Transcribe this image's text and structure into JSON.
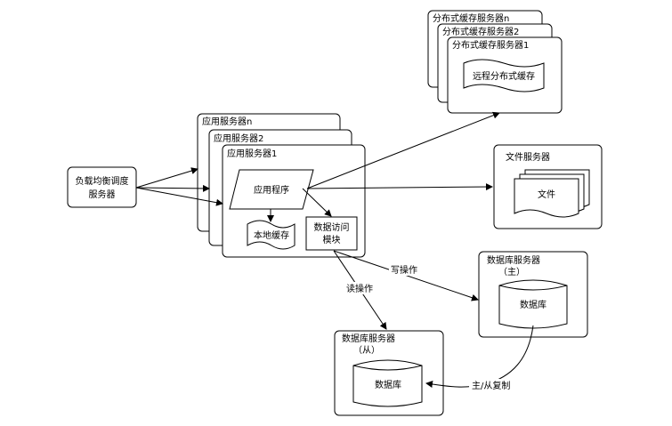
{
  "load_balancer": {
    "line1": "负载均衡调度",
    "line2": "服务器"
  },
  "app_servers": {
    "title_n": "应用服务器n",
    "title_2": "应用服务器2",
    "title_1": "应用服务器1",
    "app_program": "应用程序",
    "local_cache": "本地缓存",
    "data_access_line1": "数据访问",
    "data_access_line2": "模块"
  },
  "cache_servers": {
    "title_n": "分布式缓存服务器n",
    "title_2": "分布式缓存服务器2",
    "title_1": "分布式缓存服务器1",
    "remote_cache": "远程分布式缓存"
  },
  "file_server": {
    "title": "文件服务器",
    "file": "文件"
  },
  "db_master": {
    "title": "数据库服务器",
    "subtitle": "（主）",
    "database": "数据库"
  },
  "db_slave": {
    "title": "数据库服务器",
    "subtitle": "（从）",
    "database": "数据库"
  },
  "edges": {
    "write": "写操作",
    "read": "读操作",
    "replication": "主/从复制"
  }
}
